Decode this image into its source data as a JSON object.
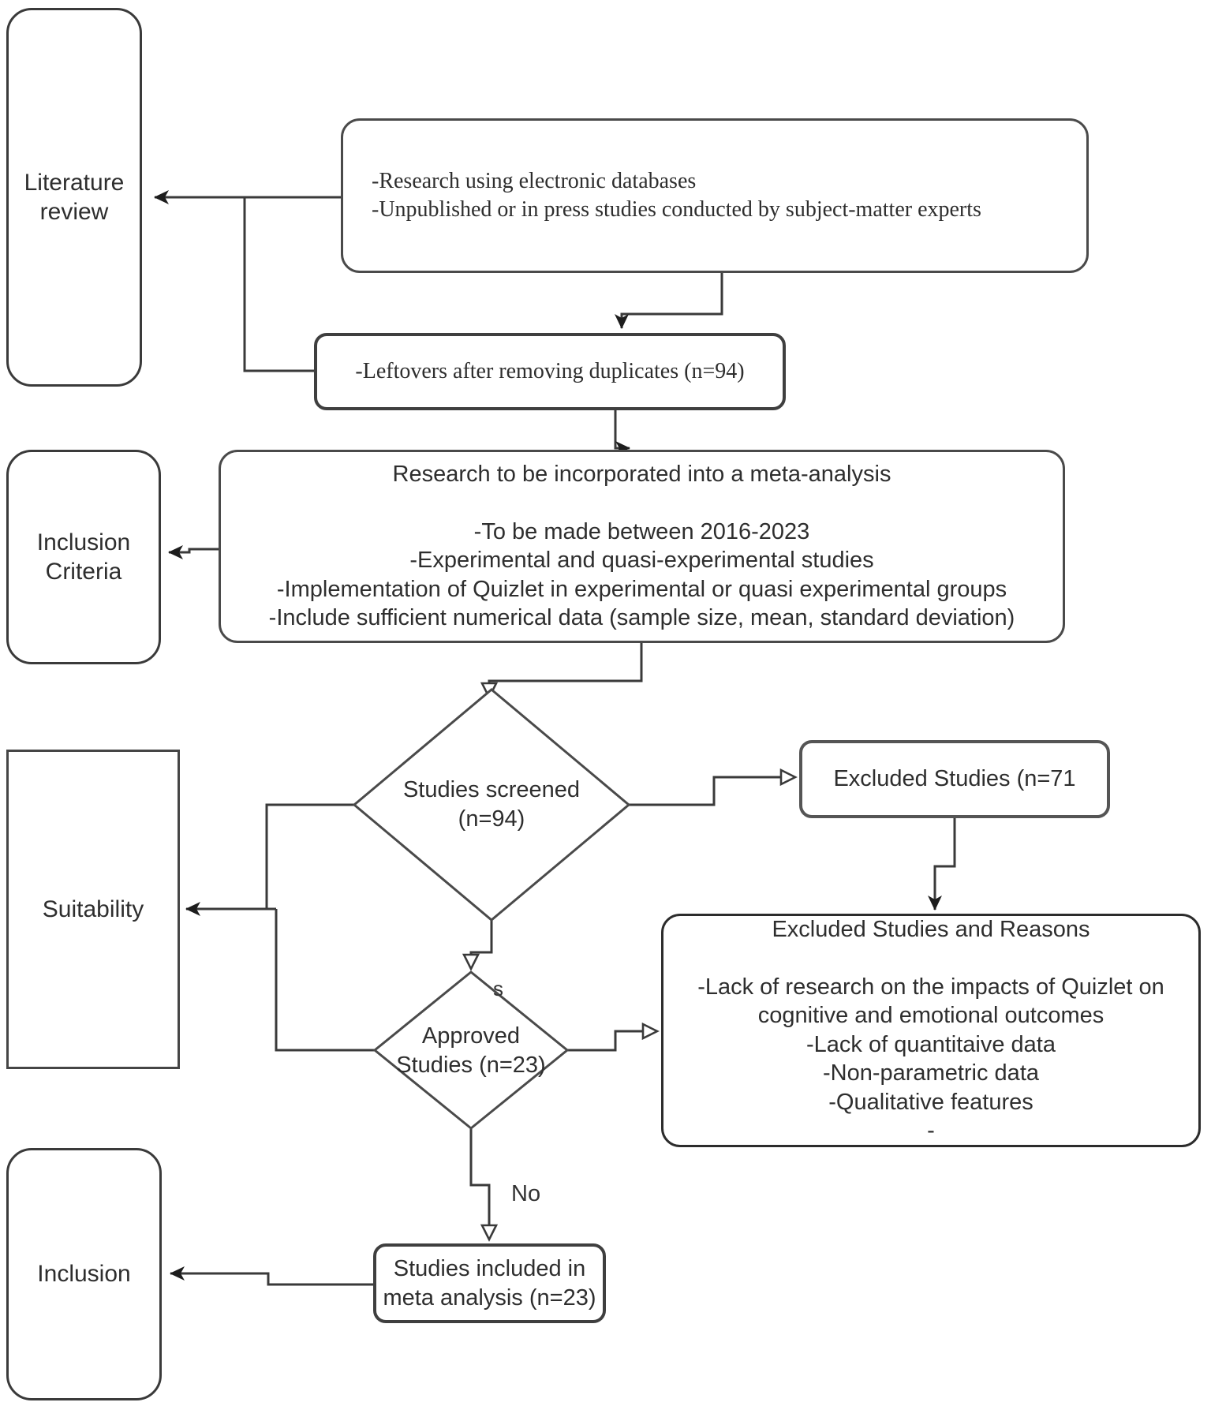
{
  "diagram": {
    "nodes": {
      "literature_review": {
        "label": "Literature review"
      },
      "sources": {
        "lines": [
          "-Research using electronic databases",
          "-Unpublished or in press studies conducted by subject-matter experts"
        ]
      },
      "leftovers": {
        "label": "-Leftovers after removing duplicates (n=94)"
      },
      "inclusion_criteria": {
        "label": "Inclusion Criteria"
      },
      "meta_criteria": {
        "title": "Research to be incorporated into a meta-analysis",
        "lines": [
          "-To be made between 2016-2023",
          "-Experimental and quasi-experimental studies",
          "-Implementation of Quizlet in experimental or quasi experimental groups",
          "-Include sufficient numerical data (sample size, mean, standard deviation)"
        ]
      },
      "suitability": {
        "label": "Suitability"
      },
      "studies_screened": {
        "line1": "Studies screened",
        "line2": "(n=94)"
      },
      "excluded_studies": {
        "label": "Excluded Studies (n=71"
      },
      "approved_studies": {
        "line1": "Approved",
        "line2": "Studies (n=23)"
      },
      "excluded_reasons": {
        "title": "Excluded Studies and Reasons",
        "lines": [
          "-Lack of research on the impacts of Quizlet on",
          "cognitive and emotional outcomes",
          "-Lack of quantitaive data",
          "-Non-parametric data",
          "-Qualitative features",
          "-"
        ]
      },
      "studies_included": {
        "line1": "Studies included in",
        "line2": "meta analysis (n=23)"
      },
      "inclusion": {
        "label": "Inclusion"
      }
    },
    "edge_labels": {
      "yes_partial": "s",
      "no": "No"
    }
  }
}
